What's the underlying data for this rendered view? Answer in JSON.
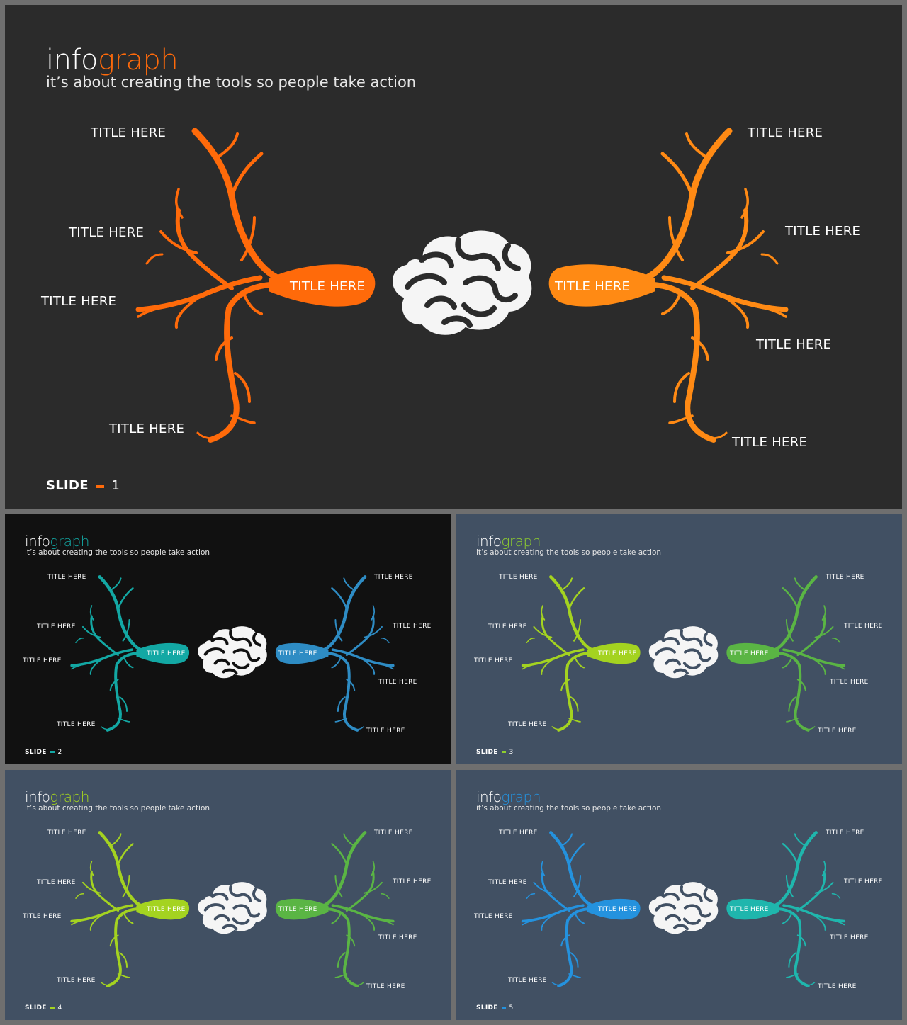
{
  "brand": {
    "prefix": "info",
    "suffix": "graph",
    "tagline": "it’s about creating the tools so people take action"
  },
  "footer": {
    "label": "SLIDE"
  },
  "title_label": "TITLE HERE",
  "slides": [
    {
      "number": "1",
      "bg": "#2b2b2b",
      "left_color": "#ff6a0a",
      "right_color": "#ff8a14",
      "accent": "#ff6a0a"
    },
    {
      "number": "2",
      "bg": "#111111",
      "left_color": "#13a8a4",
      "right_color": "#2e8cc4",
      "accent": "#13a8a4"
    },
    {
      "number": "3",
      "bg": "#415063",
      "left_color": "#a4d320",
      "right_color": "#5ab544",
      "accent": "#8fcf2e"
    },
    {
      "number": "4",
      "bg": "#415063",
      "left_color": "#a4d320",
      "right_color": "#5ab544",
      "accent": "#a4d320"
    },
    {
      "number": "5",
      "bg": "#415063",
      "left_color": "#2492de",
      "right_color": "#1fb6ad",
      "accent": "#2492de"
    }
  ]
}
